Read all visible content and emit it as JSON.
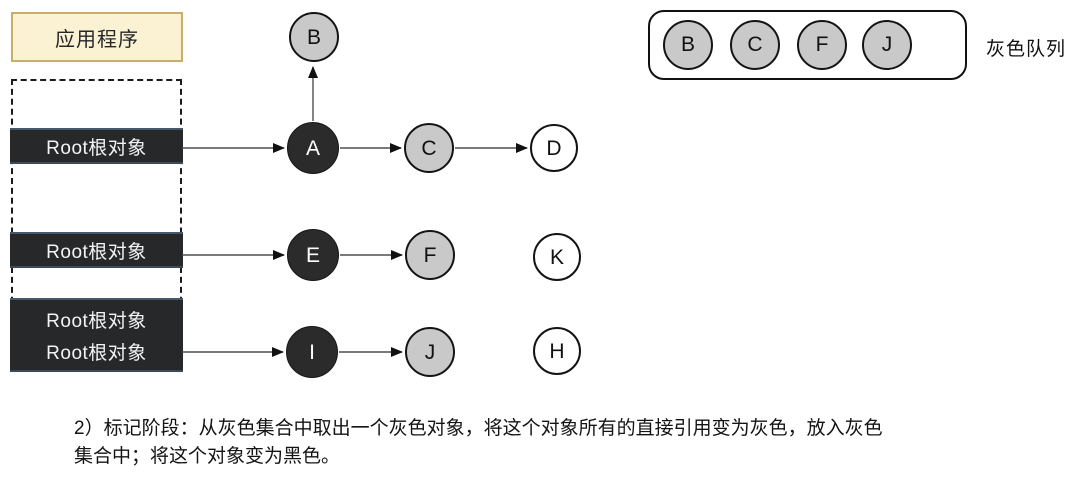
{
  "app_box": {
    "label": "应用程序"
  },
  "roots": {
    "bar1": "Root根对象",
    "bar2": "Root根对象",
    "bar3_line1": "Root根对象",
    "bar3_line2": "Root根对象"
  },
  "nodes": {
    "A": {
      "label": "A",
      "state": "black"
    },
    "B": {
      "label": "B",
      "state": "gray"
    },
    "C": {
      "label": "C",
      "state": "gray"
    },
    "D": {
      "label": "D",
      "state": "white"
    },
    "E": {
      "label": "E",
      "state": "black"
    },
    "F": {
      "label": "F",
      "state": "gray"
    },
    "K": {
      "label": "K",
      "state": "white"
    },
    "I": {
      "label": "I",
      "state": "black"
    },
    "J": {
      "label": "J",
      "state": "gray"
    },
    "H": {
      "label": "H",
      "state": "white"
    }
  },
  "edges": [
    {
      "from": "Root根对象(1)",
      "to": "A"
    },
    {
      "from": "A",
      "to": "B"
    },
    {
      "from": "A",
      "to": "C"
    },
    {
      "from": "C",
      "to": "D"
    },
    {
      "from": "Root根对象(2)",
      "to": "E"
    },
    {
      "from": "E",
      "to": "F"
    },
    {
      "from": "Root根对象(3)",
      "to": "I"
    },
    {
      "from": "I",
      "to": "J"
    }
  ],
  "queue": {
    "label": "灰色队列",
    "items": [
      "B",
      "C",
      "F",
      "J"
    ]
  },
  "caption": {
    "line1": "2）标记阶段：从灰色集合中取出一个灰色对象，将这个对象所有的直接引用变为灰色，放入灰色",
    "line2": "集合中；将这个对象变为黑色。"
  },
  "colors": {
    "black_node": "#2b2b2b",
    "gray_node": "#c9c9c9",
    "white_node": "#ffffff",
    "node_border": "#141414",
    "app_box_bg": "#fbf1d3",
    "app_box_border": "#c9ae6b",
    "root_bar_bg": "#26282a",
    "edge_line": "#4f4f4f",
    "arrowhead": "#111111"
  }
}
